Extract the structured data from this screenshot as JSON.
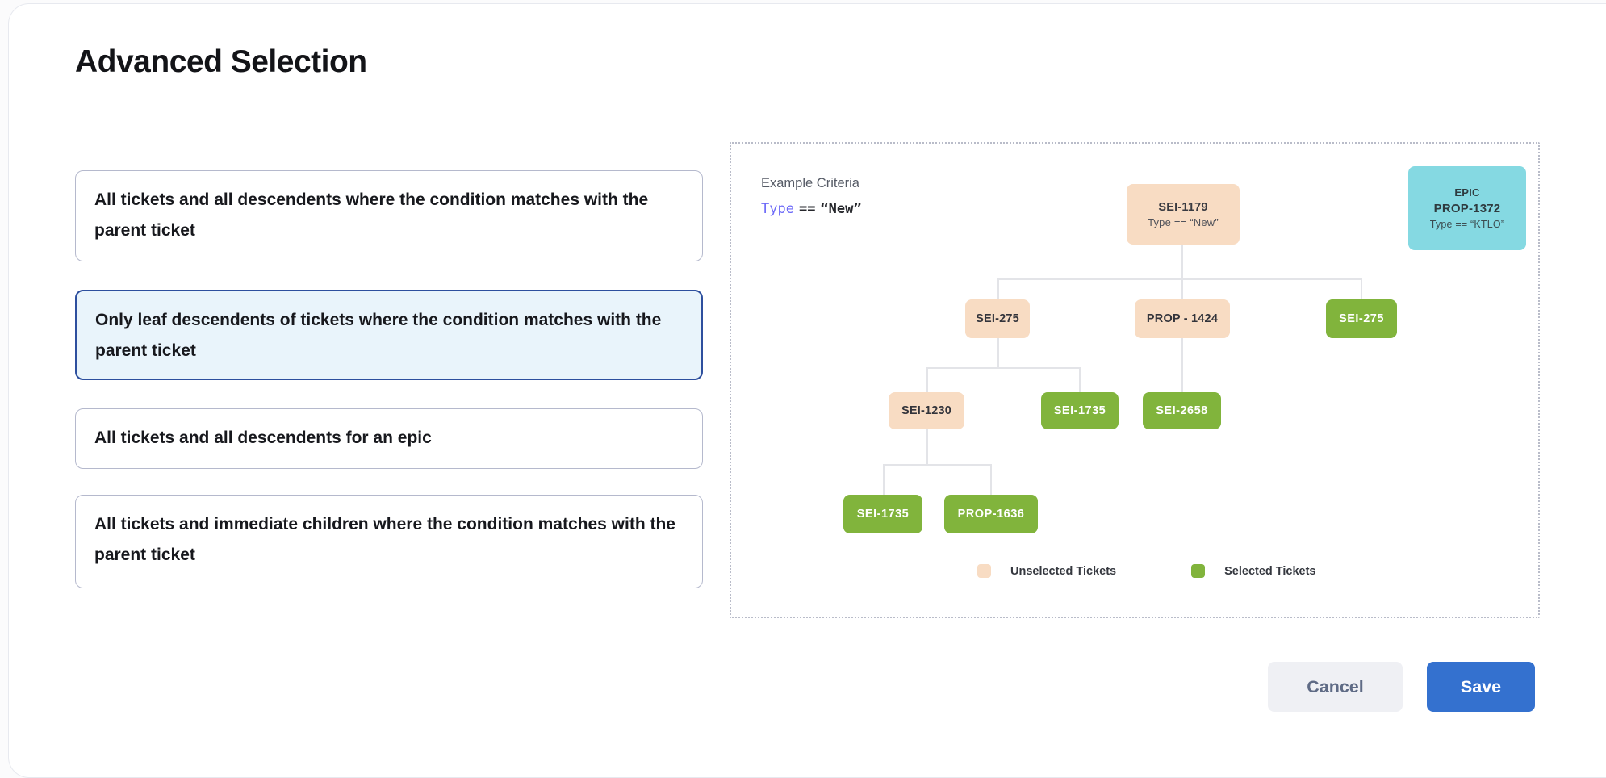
{
  "title": "Advanced Selection",
  "options": [
    {
      "label": "All tickets and all descendents where the condition matches with the parent ticket",
      "selected": false
    },
    {
      "label": "Only leaf descendents of tickets where the condition matches with the parent ticket",
      "selected": true
    },
    {
      "label": "All tickets and all descendents for an epic",
      "selected": false
    },
    {
      "label": "All tickets and immediate children where the condition matches with the parent ticket",
      "selected": false
    }
  ],
  "example": {
    "heading": "Example Criteria",
    "criteria": {
      "field": "Type",
      "operator": "==",
      "value": "“New”"
    },
    "epic_card": {
      "kind": "EPIC",
      "id": "PROP-1372",
      "condition": "Type == “KTLO”"
    },
    "tree": {
      "root": {
        "id": "SEI-1179",
        "condition": "Type == “New”",
        "state": "unselected"
      },
      "nodes": [
        {
          "id": "SEI-275",
          "state": "unselected"
        },
        {
          "id": "PROP - 1424",
          "state": "unselected"
        },
        {
          "id": "SEI-275",
          "state": "selected"
        },
        {
          "id": "SEI-1230",
          "state": "unselected"
        },
        {
          "id": "SEI-1735",
          "state": "selected"
        },
        {
          "id": "SEI-2658",
          "state": "selected"
        },
        {
          "id": "SEI-1735",
          "state": "selected"
        },
        {
          "id": "PROP-1636",
          "state": "selected"
        }
      ]
    },
    "legend": [
      {
        "label": "Unselected Tickets",
        "color": "#f8dcc3"
      },
      {
        "label": "Selected Tickets",
        "color": "#81b43c"
      }
    ]
  },
  "footer": {
    "cancel_label": "Cancel",
    "save_label": "Save"
  },
  "colors": {
    "accent_blue": "#3471cf",
    "selected_card_border": "#2d4f9e",
    "selected_card_bg": "#e9f4fb",
    "unselected_ticket": "#f8dcc3",
    "selected_ticket": "#81b43c",
    "epic_card": "#85d9e2",
    "criteria_field": "#6d6af8"
  }
}
